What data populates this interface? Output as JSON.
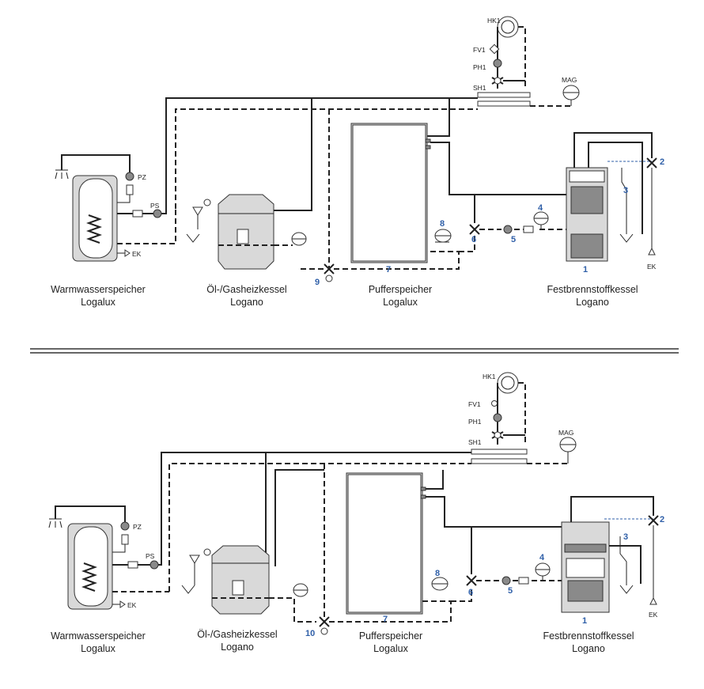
{
  "colors": {
    "pipe": "#222222",
    "accent_numbers": "#2f5fa8",
    "device_fill": "#d9d9d9"
  },
  "schemes": [
    {
      "labels": {
        "dhw_title": "Warmwasserspeicher",
        "dhw_sub": "Logalux",
        "oil_title": "Öl-/Gasheizkessel",
        "oil_sub": "Logano",
        "buf_title": "Pufferspeicher",
        "buf_sub": "Logalux",
        "solid_title": "Festbrennstoffkessel",
        "solid_sub": "Logano"
      },
      "codes": {
        "hk1": "HK1",
        "fv1": "FV1",
        "ph1": "PH1",
        "sh1": "SH1",
        "mag": "MAG",
        "pz": "PZ",
        "ps": "PS",
        "ek_tank": "EK",
        "ek_boiler": "EK"
      },
      "numbers": {
        "n1": "1",
        "n2": "2",
        "n3": "3",
        "n4": "4",
        "n5": "5",
        "n6": "6",
        "n7": "7",
        "n8": "8",
        "n9": "9"
      }
    },
    {
      "labels": {
        "dhw_title": "Warmwasserspeicher",
        "dhw_sub": "Logalux",
        "oil_title": "Öl-/Gasheizkessel",
        "oil_sub": "Logano",
        "buf_title": "Pufferspeicher",
        "buf_sub": "Logalux",
        "solid_title": "Festbrennstoffkessel",
        "solid_sub": "Logano"
      },
      "codes": {
        "hk1": "HK1",
        "fv1": "FV1",
        "ph1": "PH1",
        "sh1": "SH1",
        "mag": "MAG",
        "pz": "PZ",
        "ps": "PS",
        "ek_tank": "EK",
        "ek_boiler": "EK"
      },
      "numbers": {
        "n1": "1",
        "n2": "2",
        "n3": "3",
        "n4": "4",
        "n5": "5",
        "n6": "6",
        "n7": "7",
        "n8": "8",
        "n9": "10"
      }
    }
  ]
}
